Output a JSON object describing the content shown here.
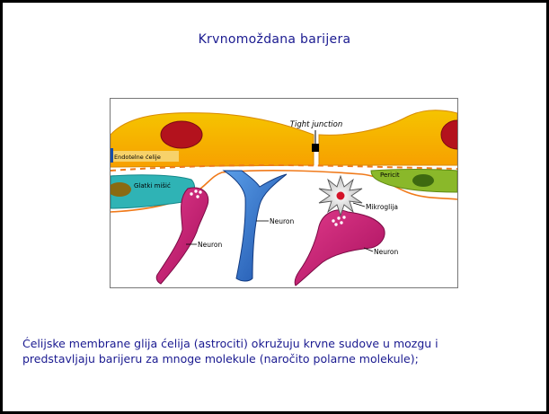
{
  "title": "Krvnomoždana barijera",
  "diagram": {
    "labels": {
      "endothelial": "Endotelne ćelije",
      "tight_junction": "Tight junction",
      "smooth_muscle": "Glatki mišić",
      "pericyte": "Pericit",
      "microglia": "Mikroglija",
      "neuron_left": "Neuron",
      "neuron_center": "Neuron",
      "neuron_right": "Neuron"
    }
  },
  "caption": {
    "line1": "Ćelijske membrane glija ćelija (astrociti) okružuju krvne sudove u mozgu i",
    "line2": "predstavljaju barijeru za mnoge molekule (naročito polarne molekule);"
  }
}
